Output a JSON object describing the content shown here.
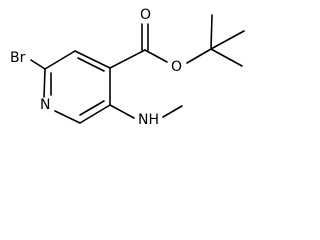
{
  "molecule": {
    "atoms": {
      "br": "Br",
      "n_ring": "N",
      "o_carbonyl": "O",
      "o_ester": "O",
      "nh": "NH"
    }
  },
  "colors": {
    "bond": "#000000",
    "label": "#000000",
    "background": "#ffffff"
  }
}
